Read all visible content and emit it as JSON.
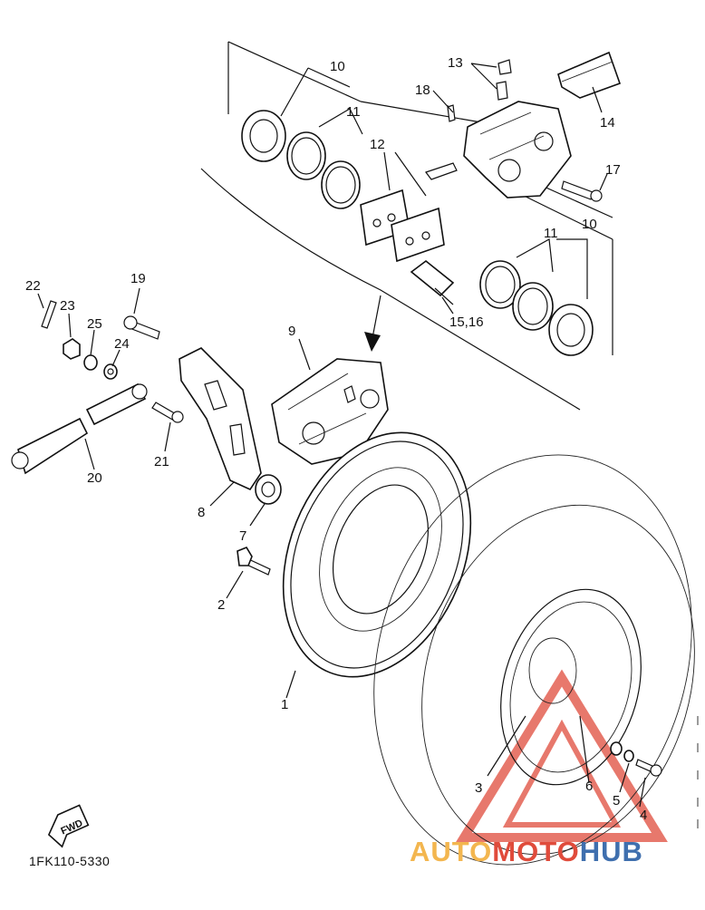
{
  "diagram": {
    "part_code": "1FK110-5330",
    "fwd_label": "FWD",
    "watermark": {
      "part1": "AUTO",
      "part2": "MOTO",
      "part3": "HUB"
    },
    "callouts": {
      "c1": "1",
      "c2": "2",
      "c3": "3",
      "c4": "4",
      "c5": "5",
      "c6": "6",
      "c7": "7",
      "c8": "8",
      "c9": "9",
      "c10a": "10",
      "c10b": "10",
      "c11a": "11",
      "c11b": "11",
      "c12": "12",
      "c13": "13",
      "c14": "14",
      "c15": "15,16",
      "c17": "17",
      "c18": "18",
      "c19": "19",
      "c20": "20",
      "c21": "21",
      "c22": "22",
      "c23": "23",
      "c24": "24",
      "c25": "25"
    },
    "colors": {
      "line": "#111111",
      "watermark_red": "#e04b3b",
      "watermark_orange": "#f3b64f",
      "watermark_blue": "#3f6fae"
    }
  }
}
